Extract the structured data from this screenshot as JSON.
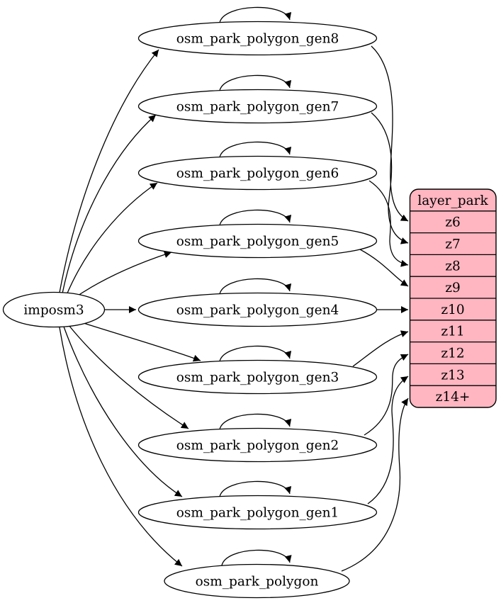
{
  "diagram": {
    "source": {
      "label": "imposm3"
    },
    "tables": [
      {
        "label": "osm_park_polygon_gen8",
        "target_row": "z6"
      },
      {
        "label": "osm_park_polygon_gen7",
        "target_row": "z7"
      },
      {
        "label": "osm_park_polygon_gen6",
        "target_row": "z8"
      },
      {
        "label": "osm_park_polygon_gen5",
        "target_row": "z9"
      },
      {
        "label": "osm_park_polygon_gen4",
        "target_row": "z10"
      },
      {
        "label": "osm_park_polygon_gen3",
        "target_row": "z11"
      },
      {
        "label": "osm_park_polygon_gen2",
        "target_row": "z12"
      },
      {
        "label": "osm_park_polygon_gen1",
        "target_row": "z13"
      },
      {
        "label": "osm_park_polygon",
        "target_row": "z14+"
      }
    ],
    "layer": {
      "title": "layer_park",
      "rows": [
        "z6",
        "z7",
        "z8",
        "z9",
        "z10",
        "z11",
        "z12",
        "z13",
        "z14+"
      ]
    }
  },
  "colors": {
    "layer_fill": "#ffb6c1",
    "node_fill": "#ffffff",
    "stroke": "#000000"
  }
}
